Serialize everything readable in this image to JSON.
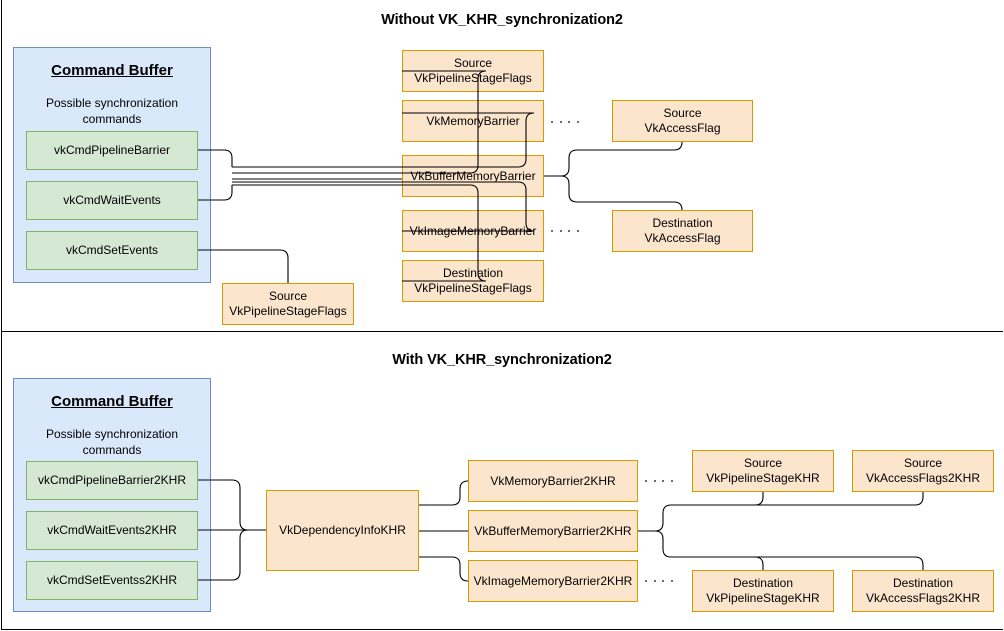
{
  "panels": [
    {
      "id": "without",
      "title": "Without VK_KHR_synchronization2",
      "command_buffer": {
        "title": "Command Buffer",
        "subtitle": "Possible synchronization commands",
        "commands": [
          {
            "label": "vkCmdPipelineBarrier"
          },
          {
            "label": "vkCmdWaitEvents"
          },
          {
            "label": "vkCmdSetEvents"
          }
        ]
      },
      "barriers": [
        {
          "label": "Source\nVkPipelineStageFlags"
        },
        {
          "label": "VkMemoryBarrier"
        },
        {
          "label": "VkBufferMemoryBarrier"
        },
        {
          "label": "VkImageMemoryBarrier"
        },
        {
          "label": "Destination\nVkPipelineStageFlags"
        }
      ],
      "event_stage": {
        "label": "Source\nVkPipelineStageFlags"
      },
      "access_flags": [
        {
          "label": "Source\nVkAccessFlag"
        },
        {
          "label": "Destination\nVkAccessFlag"
        }
      ]
    },
    {
      "id": "with",
      "title": "With VK_KHR_synchronization2",
      "command_buffer": {
        "title": "Command Buffer",
        "subtitle": "Possible synchronization commands",
        "commands": [
          {
            "label": "vkCmdPipelineBarrier2KHR"
          },
          {
            "label": "vkCmdWaitEvents2KHR"
          },
          {
            "label": "vkCmdSetEventss2KHR"
          }
        ]
      },
      "dependency_info": {
        "label": "VkDependencyInfoKHR"
      },
      "barriers": [
        {
          "label": "VkMemoryBarrier2KHR"
        },
        {
          "label": "VkBufferMemoryBarrier2KHR"
        },
        {
          "label": "VkImageMemoryBarrier2KHR"
        }
      ],
      "detail_boxes": [
        {
          "label": "Source\nVkPipelineStageKHR"
        },
        {
          "label": "Source\nVkAccessFlags2KHR"
        },
        {
          "label": "Destination\nVkPipelineStageKHR"
        },
        {
          "label": "Destination\nVkAccessFlags2KHR"
        }
      ]
    }
  ],
  "colors": {
    "orange_fill": "#fce5cd",
    "orange_border": "#d79b00",
    "green_fill": "#d5e8d4",
    "green_border": "#82b366",
    "blue_fill": "#dae8fc",
    "blue_border": "#6c8ebf",
    "wire": "#000000"
  }
}
